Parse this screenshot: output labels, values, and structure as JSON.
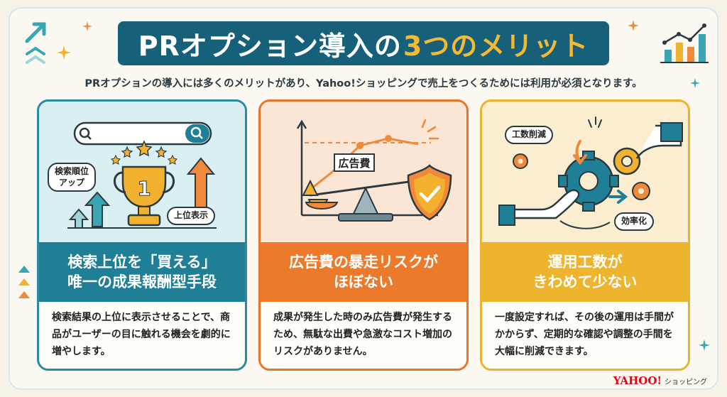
{
  "title": {
    "main": "PRオプション導入の",
    "accent": "3つのメリット"
  },
  "intro": "PRオプションの導入には多くのメリットがあり、Yahoo!ショッピングで売上をつくるためには利用が必須となります。",
  "cards": [
    {
      "band_line1": "検索上位を「買える」",
      "band_line2": "唯一の成果報酬型手段",
      "body": "検索結果の上位に表示させることで、商品がユーザーの目に触れる機会を劇的に増やします。",
      "labels": {
        "rank_up_1": "検索順位",
        "rank_up_2": "アップ",
        "top": "上位表示",
        "trophy_num": "1"
      },
      "colors": {
        "accent": "#1f7f96"
      }
    },
    {
      "band_line1": "広告費の暴走リスクが",
      "band_line2": "ほぼない",
      "body": "成果が発生した時のみ広告費が発生するため、無駄な出費や急激なコスト増加のリスクがありません。",
      "labels": {
        "ad_cost": "広告費"
      },
      "colors": {
        "accent": "#ec7a2b"
      }
    },
    {
      "band_line1": "運用工数が",
      "band_line2": "きわめて少ない",
      "body": "一度設定すれば、その後の運用は手間がかからず、定期的な確認や調整の手間を大幅に削減できます。",
      "labels": {
        "reduce": "工数削減",
        "efficiency": "効率化"
      },
      "colors": {
        "accent": "#efb42e"
      }
    }
  ],
  "logo": {
    "brand": "YAHOO!",
    "service": "ショッピング"
  },
  "icons": [
    "search-icon",
    "trophy-icon",
    "arrow-up-icon",
    "scale-icon",
    "shield-check-icon",
    "gear-icon",
    "hand-icon",
    "chart-icon",
    "sparkle-icon"
  ]
}
